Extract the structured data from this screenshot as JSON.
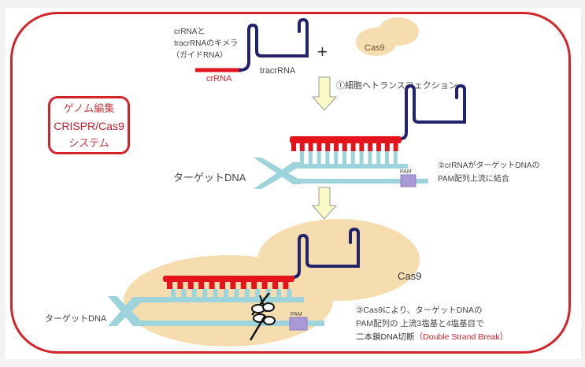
{
  "title_box": {
    "line1": "ゲノム編集",
    "line2": "CRISPR/Cas9",
    "line3": "システム"
  },
  "step0": {
    "guide_label_line1": "crRNAと",
    "guide_label_line2": "tracrRNAのキメラ",
    "guide_label_line3": "（ガイドRNA）",
    "crrna_label": "crRNA",
    "tracrrna_label": "tracrRNA",
    "plus_sign": "+",
    "cas9_label": "Cas9"
  },
  "step1": {
    "label": "①細胞へトランスフェクション"
  },
  "step2": {
    "target_dna_label": "ターゲットDNA",
    "pam_label": "PAM",
    "desc_line1": "②crRNAがターゲットDNAの",
    "desc_line2": "PAM配列上流に結合"
  },
  "step3": {
    "target_dna_label": "ターゲットDNA",
    "cas9_label": "Cas9",
    "pam_label": "PAM",
    "desc_line1": "③Cas9により、ターゲットDNAの",
    "desc_line2": "PAM配列の 上流3塩基と4塩基目で",
    "desc_line3": "二本鎖DNA切断",
    "desc_highlight": "（Double Strand Break）"
  },
  "colors": {
    "frame_red": "#d3242c",
    "crrna_red": "#e3141c",
    "tracrrna_navy": "#23236b",
    "dna_cyan": "#9dd3db",
    "cas9_tan": "#f6ddb0",
    "pam_purple": "#a99ad6",
    "arrow_yellow": "#fbfbc8"
  }
}
